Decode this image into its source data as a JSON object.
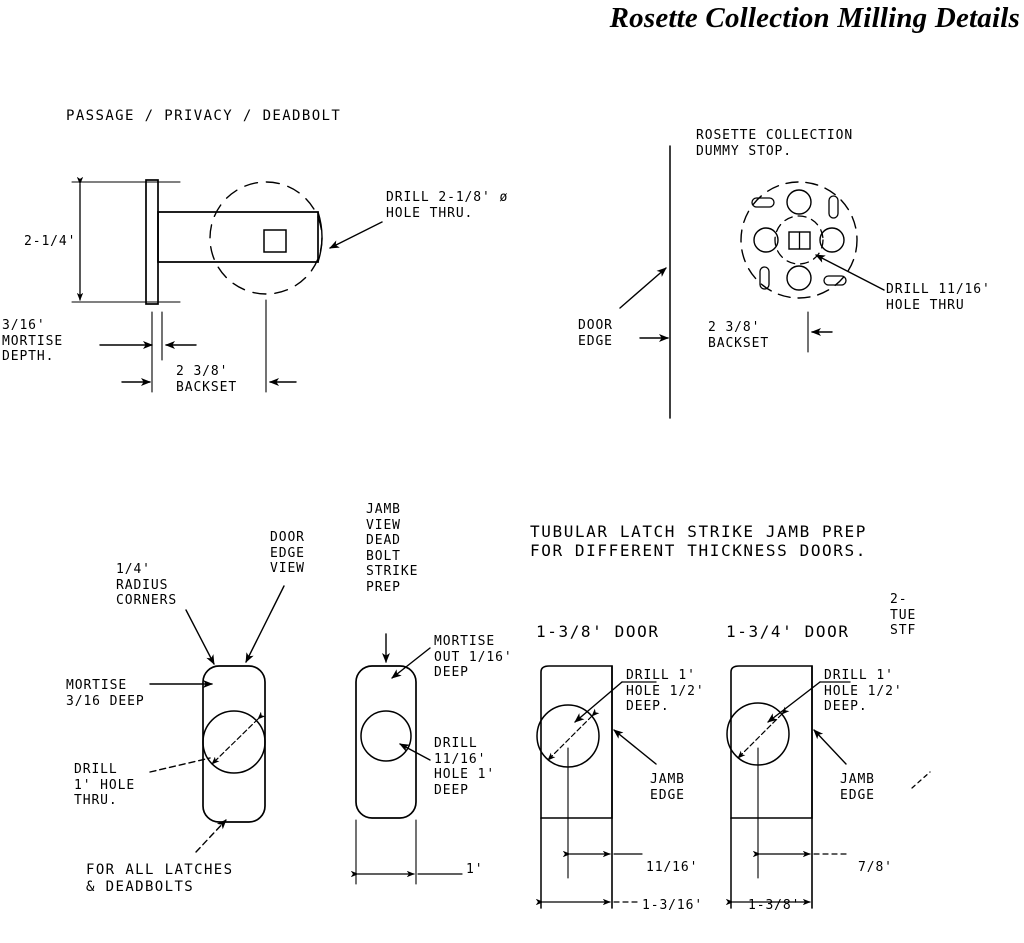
{
  "document": {
    "title": "Rosette Collection Milling Details",
    "line_color": "#000000",
    "background_color": "#ffffff"
  },
  "figures": {
    "passage_privacy_deadbolt": {
      "heading": "PASSAGE / PRIVACY / DEADBOLT",
      "labels": {
        "height_dim": "2-1/4'",
        "mortise_depth": "3/16'\nMORTISE\nDEPTH.",
        "backset": "2 3/8'\nBACKSET",
        "drill_callout": "DRILL 2-1/8' ø\nHOLE THRU."
      }
    },
    "dummy_stop": {
      "heading": "ROSETTE COLLECTION\nDUMMY STOP.",
      "labels": {
        "door_edge": "DOOR\nEDGE",
        "backset": "2 3/8'\nBACKSET",
        "drill_callout": "DRILL 11/16'\nHOLE THRU"
      }
    },
    "door_edge_view": {
      "labels": {
        "radius_corners": "1/4'\nRADIUS\nCORNERS",
        "door_edge_view": "DOOR\nEDGE\nVIEW",
        "mortise_depth": "MORTISE\n3/16 DEEP",
        "drill_hole": "DRILL\n1' HOLE\nTHRU.",
        "footnote": "FOR ALL LATCHES\n& DEADBOLTS"
      }
    },
    "jamb_deadbolt_strike": {
      "labels": {
        "view_title": "JAMB\nVIEW\nDEAD\nBOLT\nSTRIKE\nPREP",
        "mortise_out": "MORTISE\nOUT 1/16'\nDEEP",
        "drill_callout": "DRILL\n11/16'\nHOLE 1'\nDEEP",
        "width_dim": "1'"
      }
    },
    "tubular_latch_strike": {
      "heading": "TUBULAR LATCH STRIKE JAMB PREP\nFOR DIFFERENT THICKNESS DOORS.",
      "truncated_right_label": "2-\nTUE\nSTF",
      "variants": [
        {
          "name": "door-1-3-8",
          "title": "1-3/8' DOOR",
          "drill_callout": "DRILL 1'\nHOLE 1/2'\nDEEP.",
          "jamb_edge": "JAMB\nEDGE",
          "inner_dim": "11/16'",
          "outer_dim": "1-3/16'"
        },
        {
          "name": "door-1-3-4",
          "title": "1-3/4' DOOR",
          "drill_callout": "DRILL 1'\nHOLE 1/2'\nDEEP.",
          "jamb_edge": "JAMB\nEDGE",
          "inner_dim": "7/8'",
          "outer_dim": "1-3/8'"
        }
      ]
    }
  }
}
